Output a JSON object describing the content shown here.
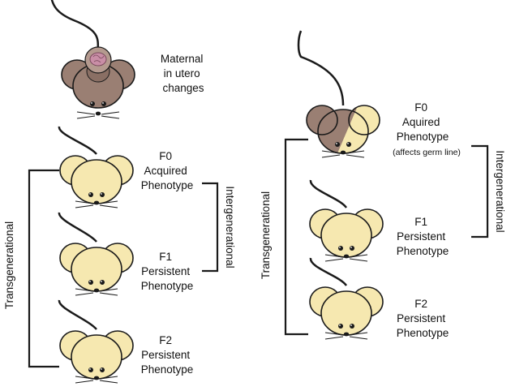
{
  "colors": {
    "mouse_light": "#f6e8b0",
    "mouse_dark": "#9a7f73",
    "outline": "#1a1a1a",
    "pink": "#c98ea6"
  },
  "left_panel": {
    "maternal_label": [
      "Maternal",
      "in utero",
      "changes"
    ],
    "f0_label": [
      "F0",
      "Acquired",
      "Phenotype"
    ],
    "f1_label": [
      "F1",
      "Persistent",
      "Phenotype"
    ],
    "f2_label": [
      "F2",
      "Persistent",
      "Phenotype"
    ],
    "bracket_intergenerational": "Intergenerational",
    "bracket_transgenerational": "Transgenerational"
  },
  "right_panel": {
    "f0_label": [
      "F0",
      "Aquired",
      "Phenotype"
    ],
    "f0_note": "(affects germ line)",
    "f1_label": [
      "F1",
      "Persistent",
      "Phenotype"
    ],
    "f2_label": [
      "F2",
      "Persistent",
      "Phenotype"
    ],
    "bracket_intergenerational": "Intergenerational",
    "bracket_transgenerational": "Transgenerational"
  }
}
